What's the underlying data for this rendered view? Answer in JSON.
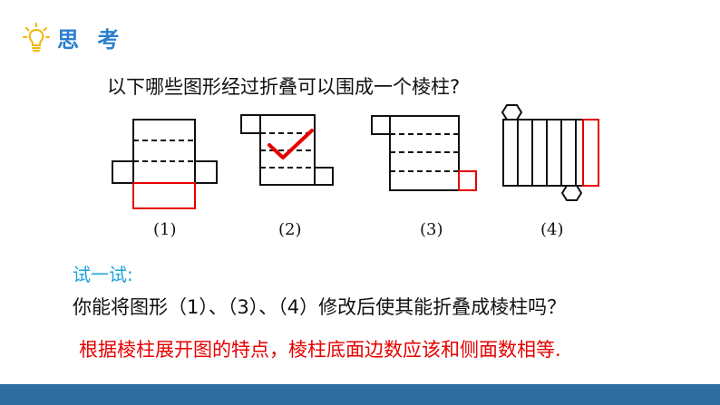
{
  "header": {
    "title": "思 考",
    "icon": "lightbulb-icon"
  },
  "question": "以下哪些图形经过折叠可以围成一个棱柱?",
  "figures": {
    "labels": [
      "(1)",
      "(2)",
      "(3)",
      "(4)"
    ],
    "check_mark": "check-icon"
  },
  "try_label": "试一试:",
  "modify_question": "你能将图形（1）、（3）、（4）修改后使其能折叠成棱柱吗？",
  "answer": "根据棱柱展开图的特点，棱柱底面边数应该和侧面数相等.",
  "colors": {
    "accent": "#2a7fcf",
    "red": "#e60000",
    "try": "#1fa3d8",
    "bar": "#2f6ea0"
  }
}
